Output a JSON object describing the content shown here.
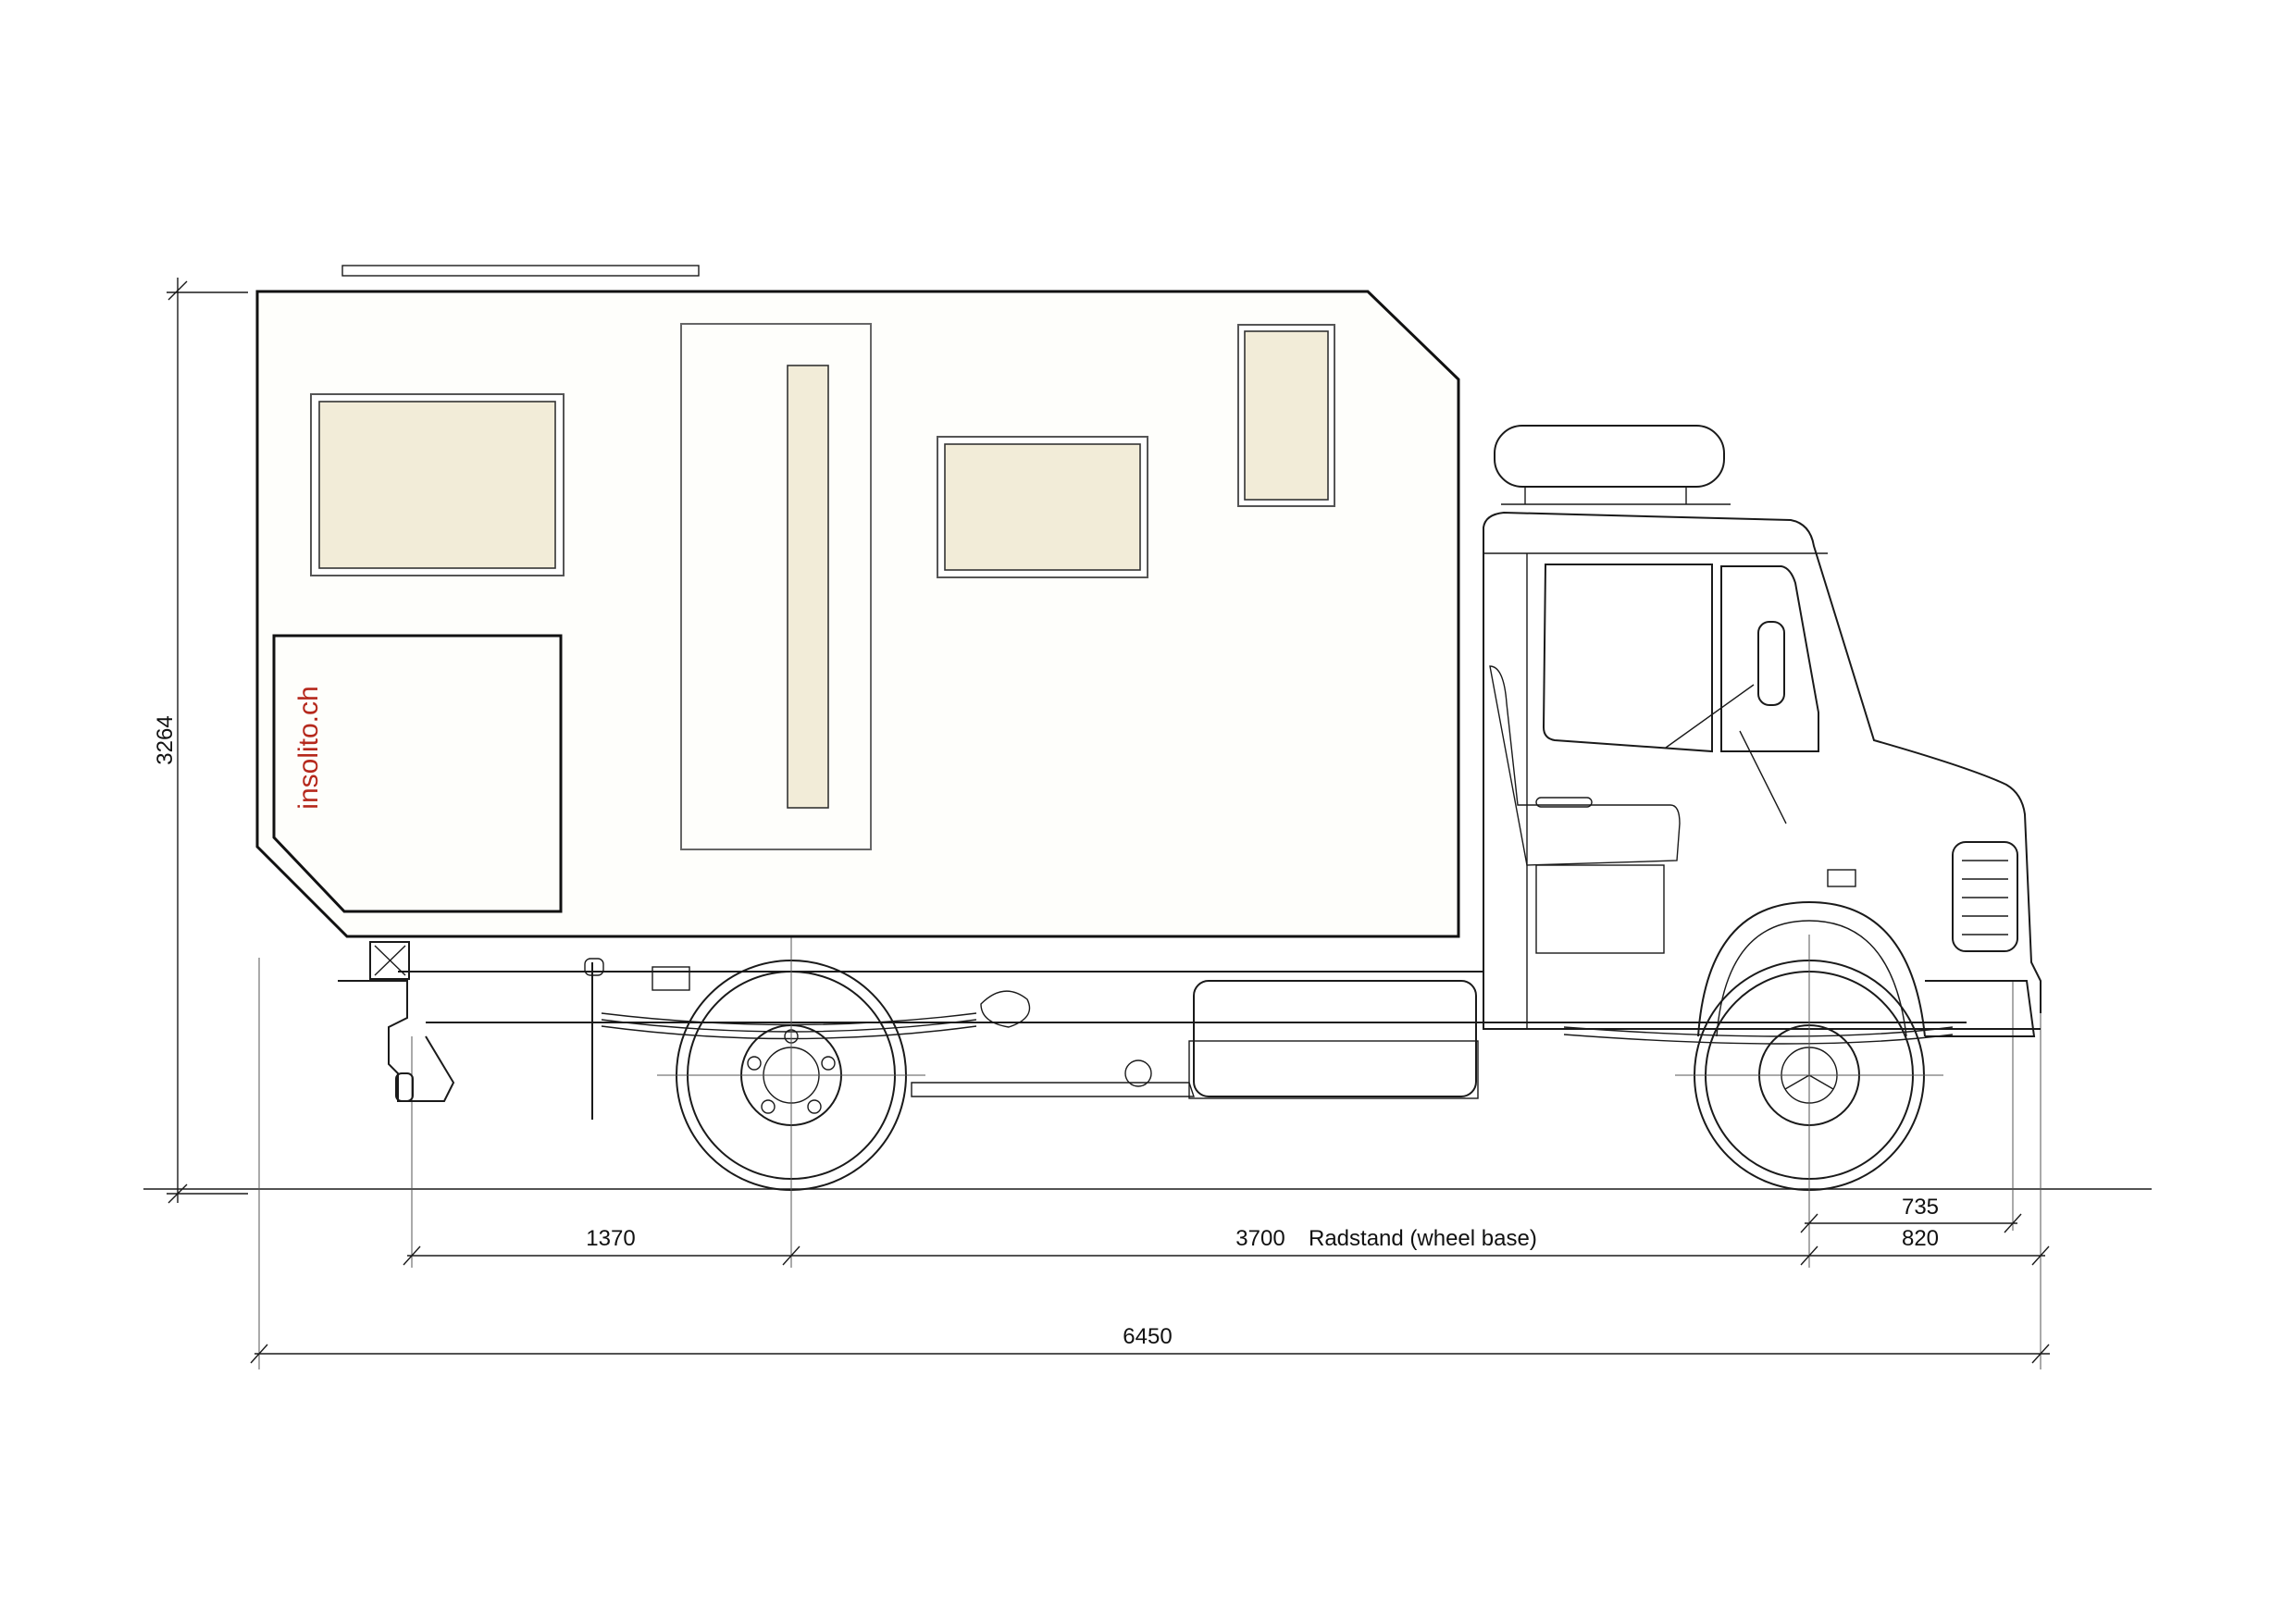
{
  "brand": "insolito.ch",
  "colors": {
    "window_fill": "#f2ecd8",
    "body_fill": "#fefefb",
    "brand_red": "#b5281c",
    "line": "#1a1a1a"
  },
  "dimensions": {
    "total_height": "3264",
    "rear_overhang": "1370",
    "wheel_base_value": "3700",
    "wheel_base_label": "Radstand (wheel base)",
    "front_axle_to_bumper": "735",
    "front_overhang": "820",
    "total_length": "6450"
  }
}
